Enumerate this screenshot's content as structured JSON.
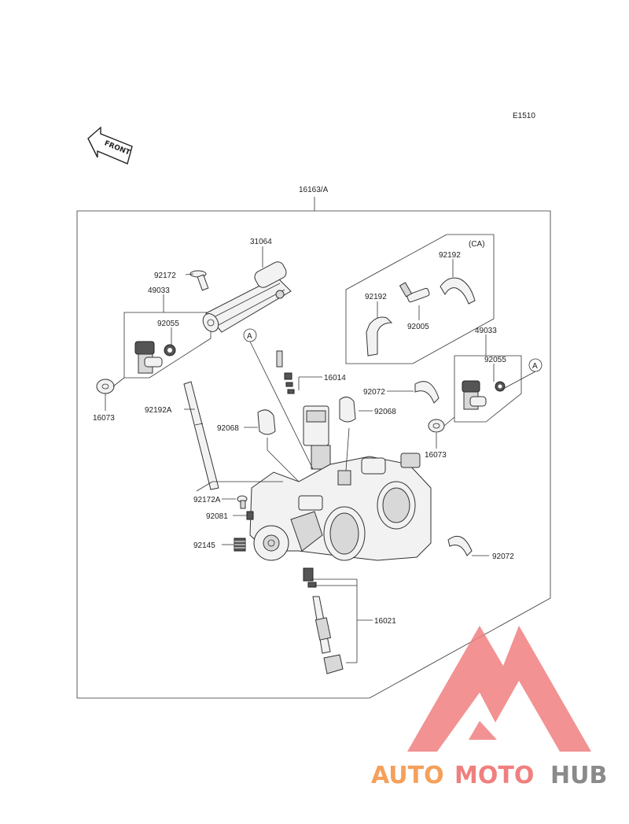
{
  "diagram_code": "E1510",
  "front_label": "FRONT",
  "assembly_label": "16163/A",
  "ca_label": "(CA)",
  "callout_letter": "A",
  "labels": {
    "l31064": "31064",
    "l92172": "92172",
    "l49033_left": "49033",
    "l92055_left": "92055",
    "l16073_left": "16073",
    "l92192A": "92192A",
    "l92068_left": "92068",
    "l92172A": "92172A",
    "l92081": "92081",
    "l92145": "92145",
    "l16014": "16014",
    "l92072_top": "92072",
    "l92068_right": "92068",
    "l92192_top": "92192",
    "l92192_left": "92192",
    "l92005": "92005",
    "l49033_right": "49033",
    "l92055_right": "92055",
    "l16073_right": "16073",
    "l92072_bottom": "92072",
    "l16021": "16021"
  },
  "watermark": {
    "part1": "AUTO",
    "part2": "MOTO",
    "part3": "HUB"
  },
  "colors": {
    "line": "#333333",
    "watermark_orange": "#f5a05a",
    "watermark_red": "#f07f7f",
    "watermark_gray": "#8a8a8a"
  }
}
